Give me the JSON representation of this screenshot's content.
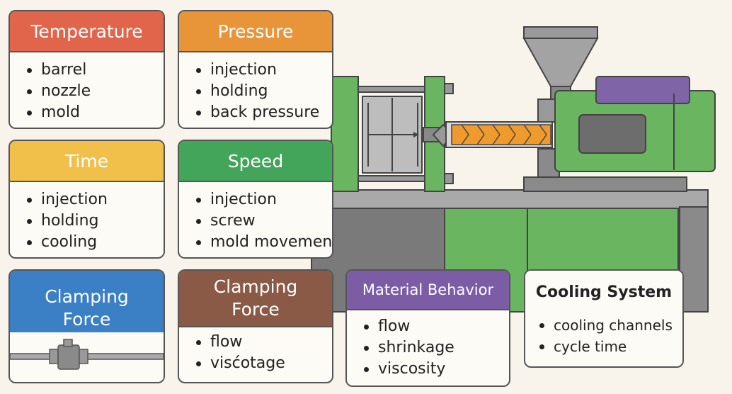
{
  "colors": {
    "temperature": "#e0654a",
    "pressure": "#e8953a",
    "time": "#f0c04a",
    "speed": "#43a559",
    "clamping_force_1": "#3b7fc4",
    "clamping_force_2": "#8b5a47",
    "material_behavior": "#7d5ca6",
    "machine_green": "#6ab560"
  },
  "cards": {
    "temperature": {
      "title": "Temperature",
      "items": [
        "barrel",
        "nozzle",
        "mold"
      ]
    },
    "pressure": {
      "title": "Pressure",
      "items": [
        "injection",
        "holding",
        "back pressure"
      ]
    },
    "time": {
      "title": "Time",
      "items": [
        "injection",
        "holding",
        "cooling"
      ]
    },
    "speed": {
      "title": "Speed",
      "items": [
        "injection",
        "screw",
        "mold movement"
      ]
    },
    "clamping_force_1": {
      "title_line1": "Clamping",
      "title_line2": "Force"
    },
    "clamping_force_2": {
      "title_line1": "Clamping",
      "title_line2": "Force",
      "items": [
        "flow",
        "visćotage"
      ]
    },
    "material_behavior": {
      "title": "Material Behavior",
      "items": [
        "flow",
        "shrinkage",
        "viscosity"
      ]
    },
    "cooling_system": {
      "title": "Cooling System",
      "items": [
        "cooling channels",
        "cycle time"
      ]
    }
  }
}
